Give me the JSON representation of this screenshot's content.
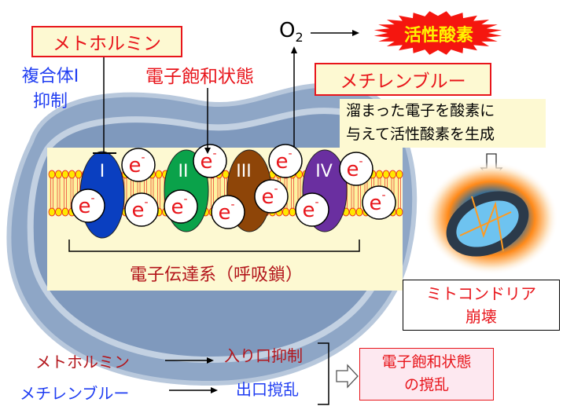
{
  "labels": {
    "metformin_box": "メトホルミン",
    "complex1_inhibition_line1": "複合体I",
    "complex1_inhibition_line2": "抑制",
    "electron_saturation": "電子飽和状態",
    "oxygen": "O",
    "oxygen_sub": "2",
    "ros_burst": "活性酸素",
    "methylene_blue_box": "メチレンブルー",
    "note_line1": "溜まった電子を酸素に",
    "note_line2": "与えて活性酸素を生成",
    "etc_label": "電子伝達系（呼吸鎖）",
    "mito_collapse_line1": "ミトコンドリア",
    "mito_collapse_line2": "崩壊"
  },
  "complexes": [
    "I",
    "II",
    "III",
    "IV"
  ],
  "electron": {
    "symbol": "e",
    "sup": "-"
  },
  "summary": {
    "row1_drug": "メトホルミン",
    "row1_effect": "入り口抑制",
    "row2_drug": "メチレンブルー",
    "row2_effect": "出口撹乱",
    "result_line1": "電子飽和状態",
    "result_line2": "の撹乱"
  },
  "colors": {
    "complex1": "#0a3fc0",
    "complex2": "#0aa24a",
    "complex3": "#8e4508",
    "complex4": "#6a2fa0",
    "accent_red": "#e8151b",
    "blue": "#1f3df2"
  }
}
